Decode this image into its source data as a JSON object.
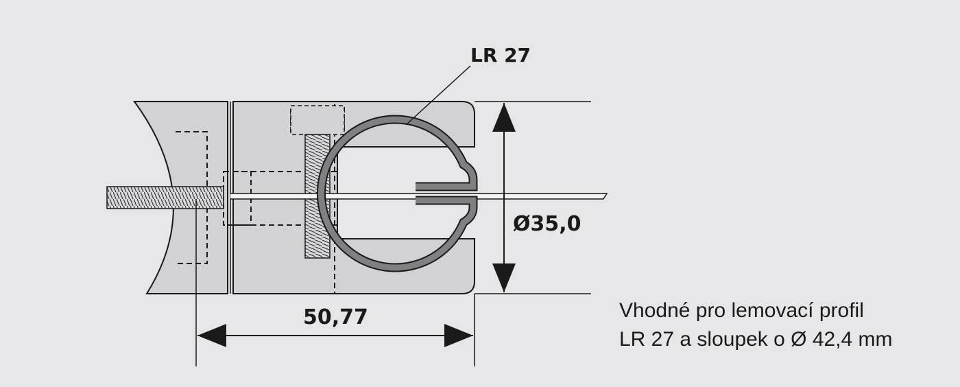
{
  "labels": {
    "profile": "LR 27",
    "diameter": "Ø35,0",
    "width": "50,77"
  },
  "note": {
    "line1": "Vhodné pro lemovací profil",
    "line2": "LR 27 a sloupek o Ø 42,4 mm"
  },
  "colors": {
    "background": "#e6e6e8",
    "body_fill": "#d2d2d4",
    "profile_fill": "#808083",
    "line": "#1a1a1a"
  }
}
